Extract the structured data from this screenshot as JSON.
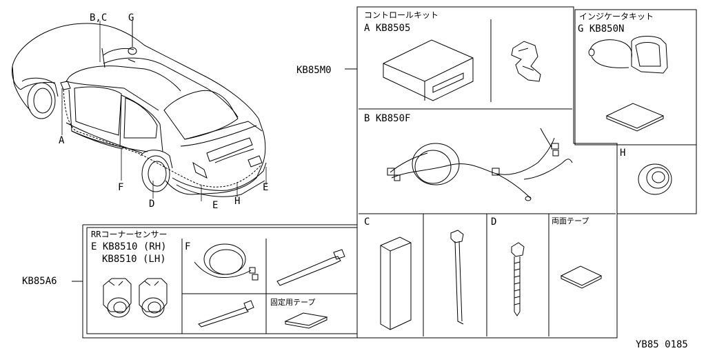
{
  "diagram_id": "YB85 0185",
  "callouts": {
    "bc": "B,C",
    "g": "G",
    "a": "A",
    "f": "F",
    "d": "D",
    "e_right": "E",
    "e_bottom": "E",
    "h": "H"
  },
  "kits": {
    "main": {
      "code": "KB85M0",
      "control_kit": {
        "title": "コントロールキット",
        "item": "A KB8505"
      },
      "indicator_kit": {
        "title": "インジケータキット",
        "item": "G KB850N"
      },
      "harness": {
        "item": "B KB850F"
      },
      "h_label": "H",
      "c_label": "C",
      "d_label": "D",
      "double_tape": "両面テープ"
    },
    "sensor": {
      "code": "KB85A6",
      "title": "RRコーナーセンサー",
      "item_rh": "E KB8510 (RH)",
      "item_lh": "KB8510 (LH)",
      "f_label": "F",
      "fix_tape": "固定用テープ"
    }
  }
}
